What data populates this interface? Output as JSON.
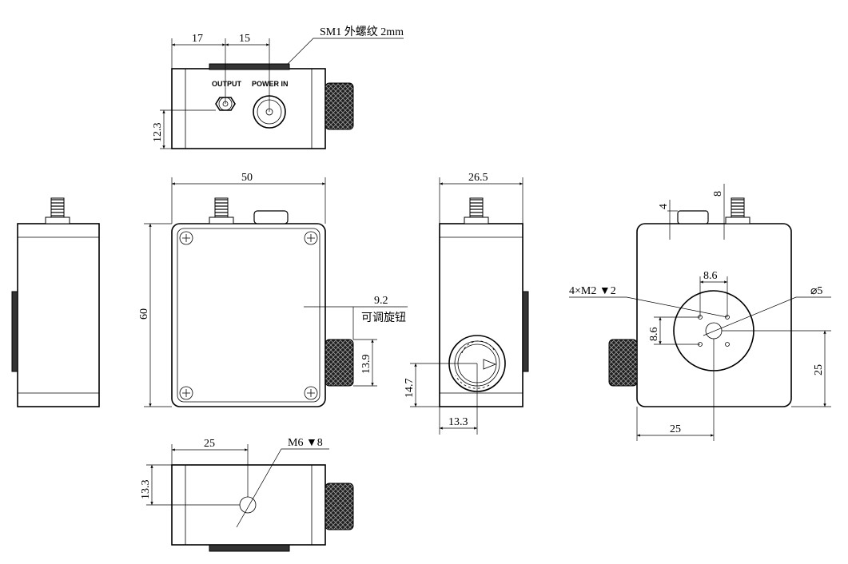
{
  "top_view": {
    "dim_17": "17",
    "dim_15": "15",
    "dim_12_3": "12.3",
    "thread_note": "SM1 外螺纹 2mm",
    "output_label": "OUTPUT",
    "power_label": "POWER IN"
  },
  "front_view": {
    "dim_50": "50",
    "dim_60": "60",
    "dim_9_2": "9.2",
    "knob_note": "可调旋钮",
    "dim_13_9": "13.9"
  },
  "side_view": {
    "dim_26_5": "26.5",
    "dim_14_7": "14.7",
    "dim_13_3": "13.3"
  },
  "bottom_view": {
    "dim_25": "25",
    "dim_13_3": "13.3",
    "thread_note": "M6 ▼8"
  },
  "rear_view": {
    "dim_4": "4",
    "dim_8": "8",
    "dim_8_6_h": "8.6",
    "dim_8_6_v": "8.6",
    "hole_note": "4×M2 ▼2",
    "dia_note": "⌀5",
    "dim_25_v": "25",
    "dim_25_h": "25"
  }
}
